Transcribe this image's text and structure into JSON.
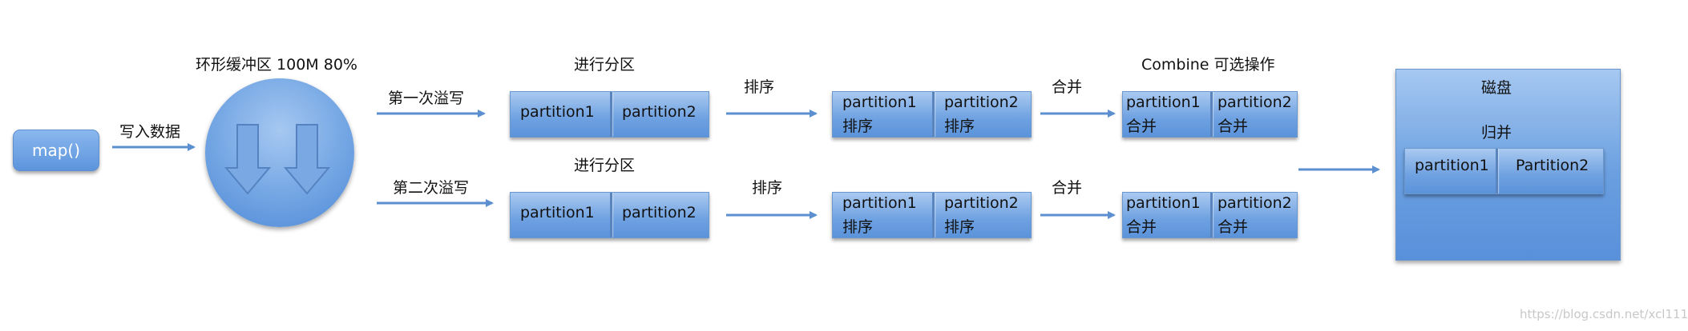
{
  "labels": {
    "write_data": "写入数据",
    "ring_buffer": "环形缓冲区  100M 80%",
    "spill1": "第一次溢写",
    "spill2": "第二次溢写",
    "partition_top": "进行分区",
    "partition_bottom": "进行分区",
    "sort_top": "排序",
    "sort_bottom": "排序",
    "merge_top": "合并",
    "merge_bottom": "合并",
    "combine": "Combine 可选操作"
  },
  "map_button": "map()",
  "partition_boxes": [
    {
      "p1": "partition1",
      "p2": "partition2"
    },
    {
      "p1": "partition1",
      "p2": "partition2"
    }
  ],
  "sorted_boxes": [
    {
      "p1": "partition1",
      "p1_sub": "排序",
      "p2": "partition2",
      "p2_sub": "排序"
    },
    {
      "p1": "partition1",
      "p1_sub": "排序",
      "p2": "partition2",
      "p2_sub": "排序"
    }
  ],
  "merged_boxes": [
    {
      "p1": "partition1",
      "p1_sub": "合并",
      "p2": "partition2",
      "p2_sub": "合并"
    },
    {
      "p1": "partition1",
      "p1_sub": "合并",
      "p2": "partition2",
      "p2_sub": "合并"
    }
  ],
  "disk": {
    "title": "磁盘",
    "merge_label": "归并",
    "p1": "partition1",
    "p2": "Partition2"
  },
  "watermark": "https://blog.csdn.net/xcl111",
  "colors": {
    "box_fill": "#6ea1e1",
    "arrow": "#5b8fd0",
    "text": "#111111"
  }
}
